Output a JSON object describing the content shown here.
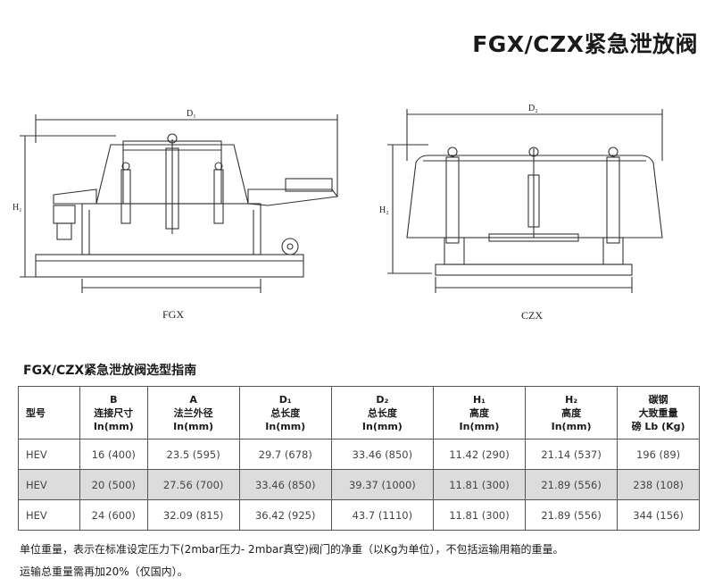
{
  "title": "FGX/CZX紧急泄放阀",
  "drawings": {
    "fgx": {
      "caption": "FGX",
      "width_dim": "D₁",
      "height_dim": "H₁"
    },
    "czx": {
      "caption": "CZX",
      "width_dim": "D₂",
      "height_dim": "H₂"
    }
  },
  "table": {
    "title": "FGX/CZX紧急泄放阀选型指南",
    "headers": [
      {
        "key": "型号",
        "lines": [
          "型号"
        ]
      },
      {
        "key": "B",
        "lines": [
          "B",
          "连接尺寸",
          "In(mm)"
        ]
      },
      {
        "key": "A",
        "lines": [
          "A",
          "法兰外径",
          "In(mm)"
        ]
      },
      {
        "key": "D1",
        "lines": [
          "D₁",
          "总长度",
          "In(mm)"
        ]
      },
      {
        "key": "D2",
        "lines": [
          "D₂",
          "总长度",
          "In(mm)"
        ]
      },
      {
        "key": "H1",
        "lines": [
          "H₁",
          "高度",
          "In(mm)"
        ]
      },
      {
        "key": "H2",
        "lines": [
          "H₂",
          "高度",
          "In(mm)"
        ]
      },
      {
        "key": "W",
        "lines": [
          "碳钢",
          "大致重量",
          "磅 Lb (Kg)"
        ]
      }
    ],
    "rows": [
      [
        "HEV",
        "16 (400)",
        "23.5 (595)",
        "29.7 (678)",
        "33.46 (850)",
        "11.42 (290)",
        "21.14 (537)",
        "196 (89)"
      ],
      [
        "HEV",
        "20 (500)",
        "27.56 (700)",
        "33.46 (850)",
        "39.37 (1000)",
        "11.81 (300)",
        "21.89 (556)",
        "238 (108)"
      ],
      [
        "HEV",
        "24 (600)",
        "32.09 (815)",
        "36.42 (925)",
        "43.7 (1110)",
        "11.81 (300)",
        "21.89 (556)",
        "344 (156)"
      ]
    ]
  },
  "notes": [
    "单位重量，表示在标准设定压力下(2mbar压力- 2mbar真空)阀门的净重（以Kg为单位），不包括运输用箱的重量。",
    "运输总重量需再加20%（仅国内）。"
  ]
}
